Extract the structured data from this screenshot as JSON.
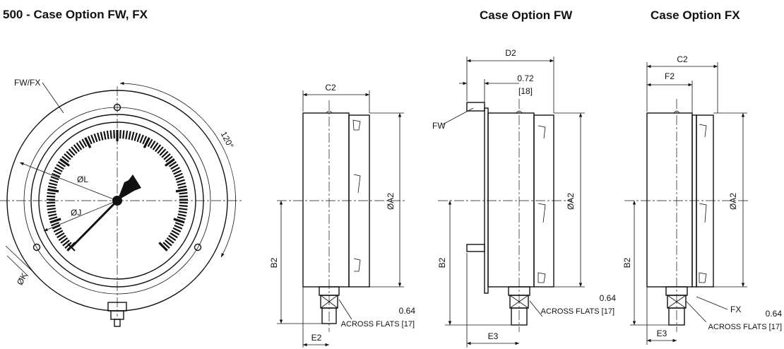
{
  "titles": {
    "main": "500 - Case Option FW, FX",
    "fw": "Case Option FW",
    "fx": "Case Option FX"
  },
  "gauge": {
    "callout": "FW/FX",
    "angle": "120°",
    "dia_l": "ØL",
    "dia_j": "ØJ",
    "dia_k": "ØK"
  },
  "views": {
    "side": {
      "top_dim": "C2",
      "height_dim": "ØA2",
      "lower_dim": "B2",
      "bottom_dim": "E2",
      "flats_value": "0.64",
      "flats_text": "ACROSS FLATS [17]"
    },
    "fw": {
      "top_dim": "D2",
      "flange_value": "0.72",
      "flange_mm": "[18]",
      "callout": "FW",
      "height_dim": "ØA2",
      "lower_dim": "B2",
      "bottom_dim": "E3",
      "flats_value": "0.64",
      "flats_text": "ACROSS FLATS [17]"
    },
    "fx": {
      "top_dim": "C2",
      "sub_dim": "F2",
      "callout": "FX",
      "height_dim": "ØA2",
      "lower_dim": "B2",
      "bottom_dim": "E3",
      "flats_value": "0.64",
      "flats_text": "ACROSS FLATS [17]"
    }
  }
}
